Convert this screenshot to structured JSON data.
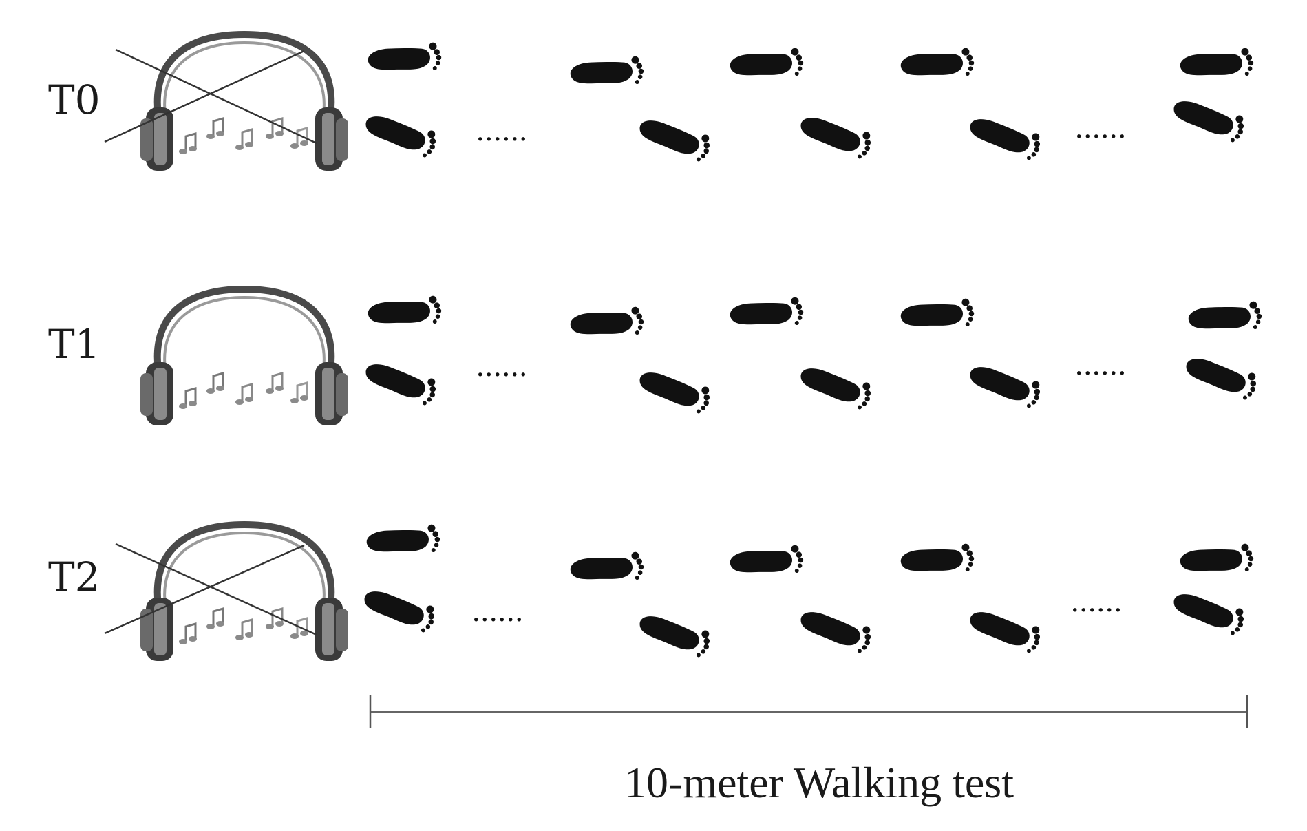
{
  "trials": [
    {
      "label": "T0",
      "music": false
    },
    {
      "label": "T1",
      "music": true
    },
    {
      "label": "T2",
      "music": false
    }
  ],
  "ellipsis": "......",
  "scale": {
    "label": "10-meter Walking test"
  },
  "colors": {
    "footprint": "#111111",
    "headphone_band": "#555555",
    "headphone_cup": "#3a3a3a",
    "cross_line": "#333333",
    "scale_line": "#666666",
    "text": "#1a1a1a"
  },
  "icons": {
    "headphones": "headphones-icon",
    "music_notes": "music-notes-icon",
    "footprint": "footprint-icon",
    "no_music_cross": "cross-icon"
  }
}
